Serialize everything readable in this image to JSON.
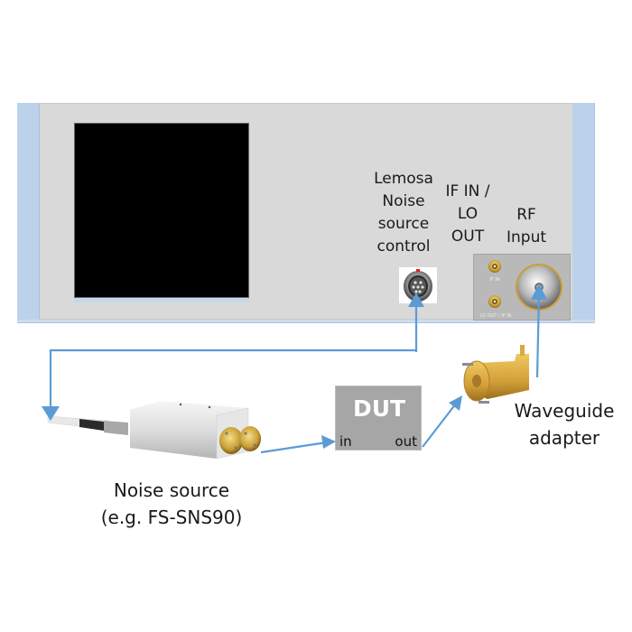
{
  "instrument": {
    "name": "front-panel",
    "ports": {
      "lemosa": {
        "lines": [
          "Lemosa",
          "Noise",
          "source",
          "control"
        ]
      },
      "if_lo": {
        "lines": [
          "IF IN /",
          "LO",
          "OUT"
        ],
        "connector_labels": [
          "IF IN",
          "LO OUT / IF IN"
        ]
      },
      "rf": {
        "lines": [
          "RF",
          "Input"
        ]
      }
    }
  },
  "dut": {
    "title": "DUT",
    "in_label": "in",
    "out_label": "out"
  },
  "noise_source": {
    "lines": [
      "Noise source",
      "(e.g. FS-SNS90)"
    ]
  },
  "waveguide_adapter": {
    "lines": [
      "Waveguide",
      "adapter"
    ]
  },
  "colors": {
    "arrow": "#5b9bd5",
    "panel": "#d9d9d9",
    "rail": "#bcd1ea",
    "dut_box": "#a6a6a6",
    "gold": "#c9a035"
  }
}
